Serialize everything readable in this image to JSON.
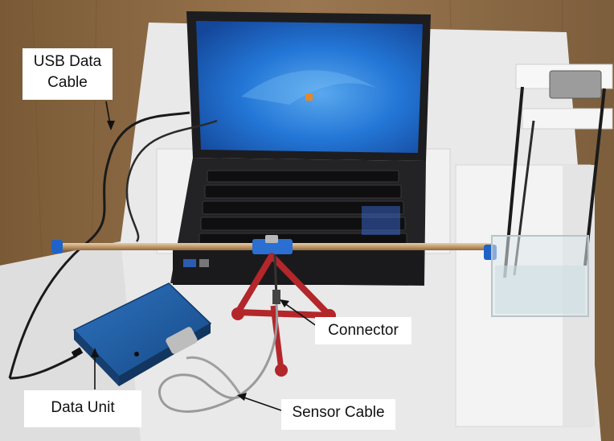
{
  "labels": {
    "usb_data_cable": [
      "USB Data",
      "Cable"
    ],
    "connector": "Connector",
    "data_unit": "Data Unit",
    "sensor_cable": "Sensor Cable"
  },
  "colors": {
    "wood": "#8a6a45",
    "foam": "#eeeeee",
    "laptop_body": "#1e1e20",
    "screen": "#1f6fd2",
    "data_unit": "#1e5aa0",
    "stand": "#b0262a",
    "rod": "#c9a47a",
    "rod_cap": "#1f63c9"
  }
}
